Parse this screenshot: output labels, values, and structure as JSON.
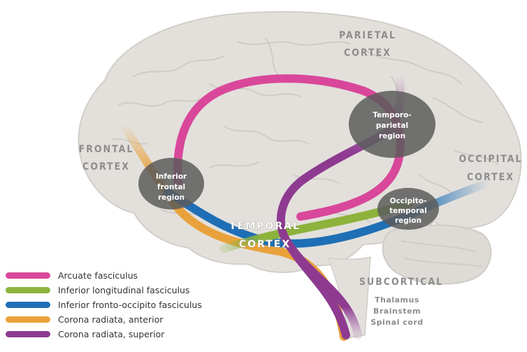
{
  "cortex_labels": {
    "parietal": [
      "PARIETAL",
      "CORTEX"
    ],
    "frontal": [
      "FRONTAL",
      "CORTEX"
    ],
    "occipital": [
      "OCCIPITAL",
      "CORTEX"
    ],
    "temporal": [
      "TEMPORAL",
      "CORTEX"
    ],
    "subcortical": "SUBCORTICAL"
  },
  "subcortical_list": [
    "Thalamus",
    "Brainstem",
    "Spinal cord"
  ],
  "regions": {
    "temporo_parietal": [
      "Temporo-",
      "parietal",
      "region"
    ],
    "inferior_frontal": [
      "Inferior",
      "frontal",
      "region"
    ],
    "occipito_temporal": [
      "Occipito-",
      "temporal",
      "region"
    ]
  },
  "legend": [
    {
      "label": "Arcuate fasciculus",
      "color": "#d9479a"
    },
    {
      "label": "Inferior longitudinal fasciculus",
      "color": "#8db33c"
    },
    {
      "label": "Inferior fronto-occipito fasciculus",
      "color": "#1e6fb5"
    },
    {
      "label": "Corona radiata, anterior",
      "color": "#e9a23b"
    },
    {
      "label": "Corona radiata, superior",
      "color": "#8e3a91"
    }
  ],
  "colors": {
    "brain": "#e3e0dc",
    "brain_outline": "#d2cec9",
    "gyri": "#cfcbc6",
    "region_fill": "#5c5c5c"
  }
}
